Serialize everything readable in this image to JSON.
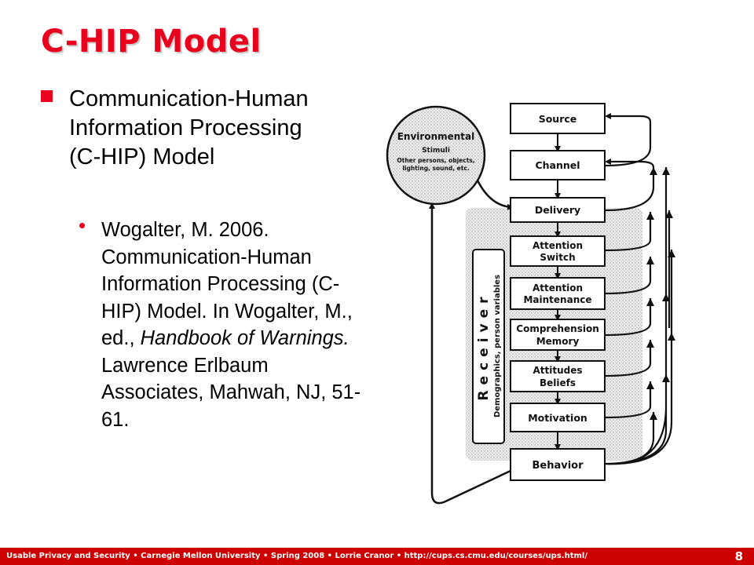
{
  "slide": {
    "title": "C-HIP Model",
    "bullet": "Communication-Human Information Processing (C-HIP) Model",
    "reference": {
      "part1": "Wogalter, M. 2006. Communication-Human Information Processing (C-HIP) Model. In Wogalter, M., ed., ",
      "italic": "Handbook of Warnings.",
      "part2": " Lawrence Erlbaum Associates, Mahwah, NJ, 51-61."
    }
  },
  "diagram": {
    "environmental": {
      "title": "Environmental",
      "subtitle": "Stimuli",
      "line1": "Other persons, objects,",
      "line2": "lighting, sound, etc."
    },
    "receiver": {
      "title": "Receiver",
      "subtitle": "Demographics, person variables"
    },
    "stages": {
      "source": "Source",
      "channel": "Channel",
      "delivery": "Delivery",
      "attention_switch": {
        "line1": "Attention",
        "line2": "Switch"
      },
      "attention_maintenance": {
        "line1": "Attention",
        "line2": "Maintenance"
      },
      "comprehension_memory": {
        "line1": "Comprehension",
        "line2": "Memory"
      },
      "attitudes_beliefs": {
        "line1": "Attitudes",
        "line2": "Beliefs"
      },
      "motivation": "Motivation",
      "behavior": "Behavior"
    }
  },
  "footer": {
    "text": "Usable Privacy and Security • Carnegie Mellon University • Spring 2008 • Lorrie Cranor • http://cups.cs.cmu.edu/courses/ups.html/",
    "page": "8"
  },
  "colors": {
    "accent": "#e8001c",
    "footer_bg": "#cc0000"
  }
}
